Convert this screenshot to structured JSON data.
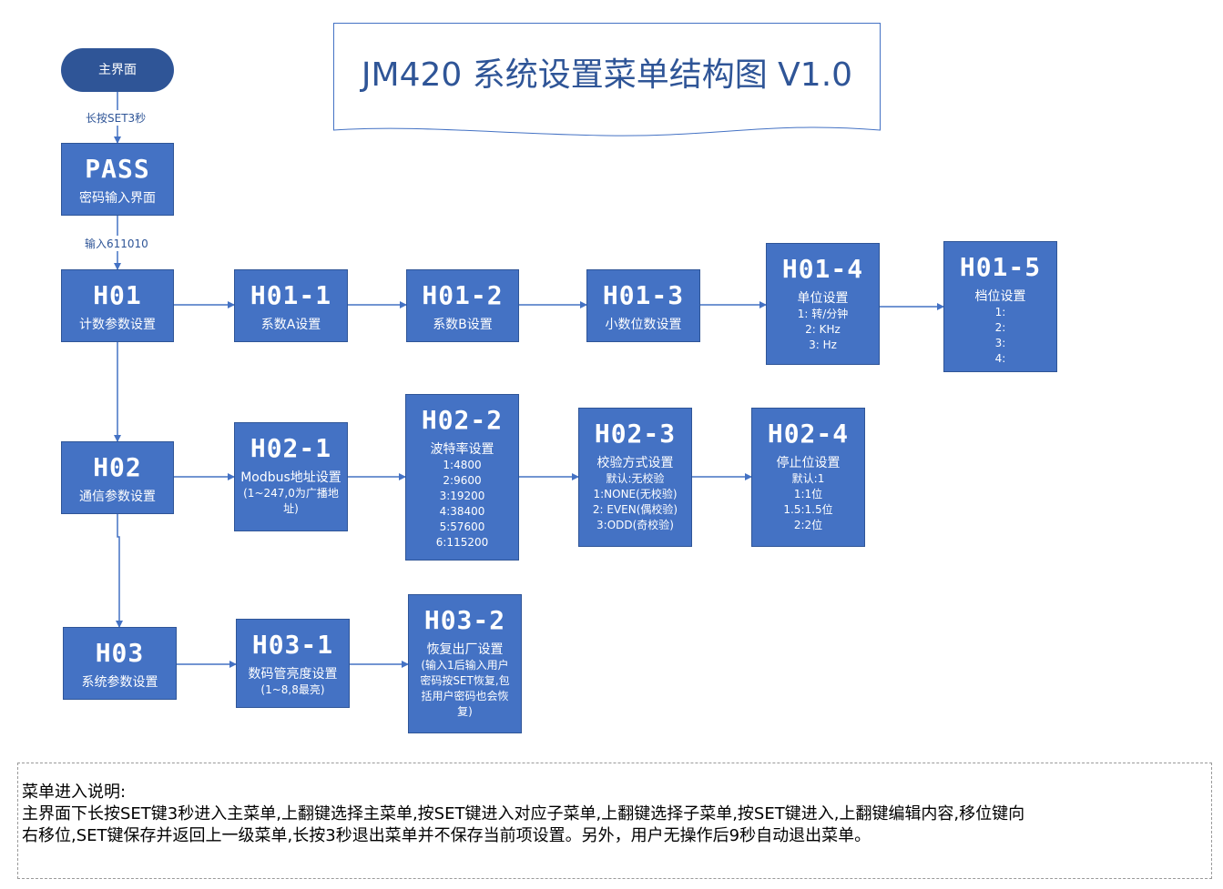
{
  "title": "JM420 系统设置菜单结构图 V1.0",
  "start": {
    "label": "主界面"
  },
  "edge_labels": {
    "long_press": "长按SET3秒",
    "input_pwd": "输入611010"
  },
  "boxes": {
    "pass": {
      "code": "PASS",
      "title": "密码输入界面",
      "lines": []
    },
    "h01": {
      "code": "H01",
      "title": "计数参数设置",
      "lines": []
    },
    "h01_1": {
      "code": "H01-1",
      "title": "系数A设置",
      "lines": []
    },
    "h01_2": {
      "code": "H01-2",
      "title": "系数B设置",
      "lines": []
    },
    "h01_3": {
      "code": "H01-3",
      "title": "小数位数设置",
      "lines": []
    },
    "h01_4": {
      "code": "H01-4",
      "title": "单位设置",
      "lines": [
        "1: 转/分钟",
        "2: KHz",
        "3: Hz"
      ]
    },
    "h01_5": {
      "code": "H01-5",
      "title": "档位设置",
      "lines": [
        "1:",
        "2:",
        "3:",
        "4:"
      ]
    },
    "h02": {
      "code": "H02",
      "title": "通信参数设置",
      "lines": []
    },
    "h02_1": {
      "code": "H02-1",
      "title": "Modbus地址设置",
      "lines": [
        "(1~247,0为广播地",
        "址)"
      ]
    },
    "h02_2": {
      "code": "H02-2",
      "title": "波特率设置",
      "lines": [
        "1:4800",
        "2:9600",
        "3:19200",
        "4:38400",
        "5:57600",
        "6:115200"
      ]
    },
    "h02_3": {
      "code": "H02-3",
      "title": "校验方式设置",
      "lines": [
        "默认:无校验",
        "1:NONE(无校验)",
        "2: EVEN(偶校验)",
        "3:ODD(奇校验)"
      ]
    },
    "h02_4": {
      "code": "H02-4",
      "title": "停止位设置",
      "lines": [
        "默认:1",
        "1:1位",
        "1.5:1.5位",
        "2:2位"
      ]
    },
    "h03": {
      "code": "H03",
      "title": "系统参数设置",
      "lines": []
    },
    "h03_1": {
      "code": "H03-1",
      "title": "数码管亮度设置",
      "lines": [
        "(1~8,8最亮)"
      ]
    },
    "h03_2": {
      "code": "H03-2",
      "title": "恢复出厂设置",
      "lines": [
        "(输入1后输入用户",
        "密码按SET恢复,包",
        "括用户密码也会恢",
        "复)"
      ]
    }
  },
  "notes": {
    "heading": "菜单进入说明:",
    "line1": "主界面下长按SET键3秒进入主菜单,上翻键选择主菜单,按SET键进入对应子菜单,上翻键选择子菜单,按SET键进入,上翻键编辑内容,移位键向",
    "line2": "右移位,SET键保存并返回上一级菜单,长按3秒退出菜单并不保存当前项设置。另外，用户无操作后9秒自动退出菜单。"
  },
  "colors": {
    "box_fill": "#4472c4",
    "box_border": "#2f5597",
    "connector": "#4472c4",
    "title_text": "#2f5597"
  }
}
